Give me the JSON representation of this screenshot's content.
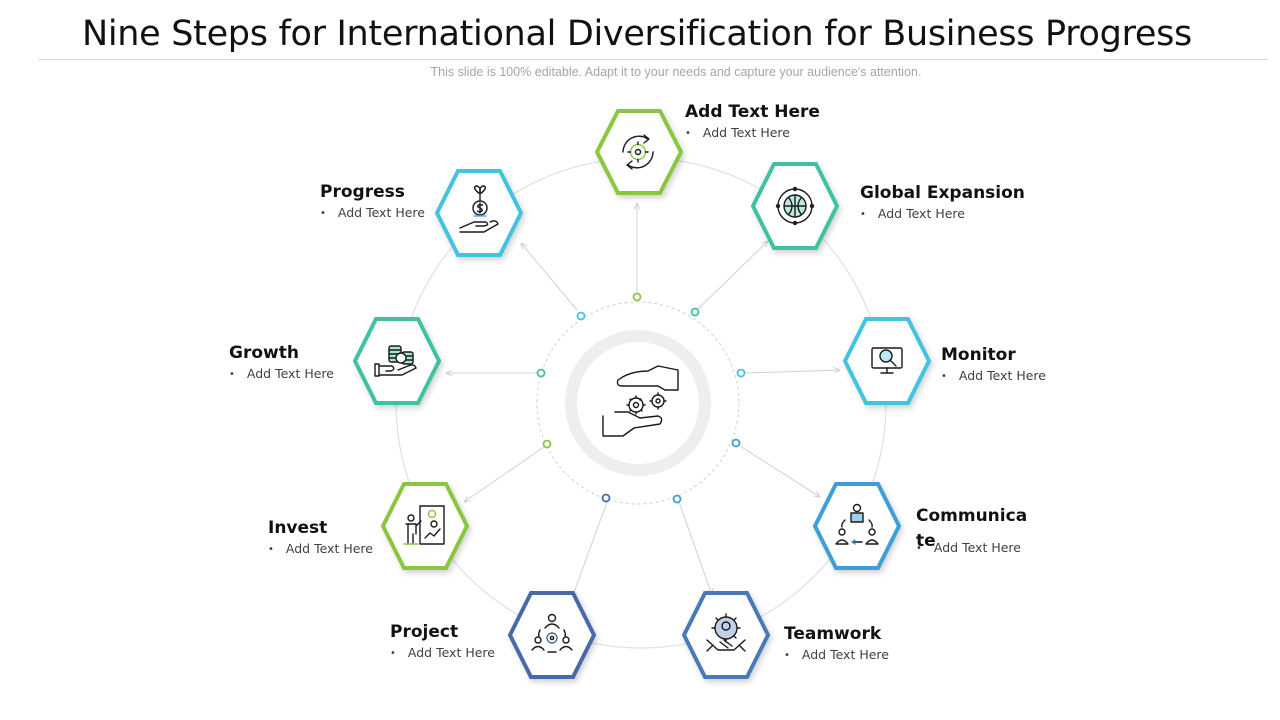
{
  "slide": {
    "title": "Nine Steps for International Diversification for Business Progress",
    "subtitle": "This slide is 100% editable. Adapt it to your needs and capture your audience's attention."
  },
  "colors": {
    "green": "#8ac640",
    "teal": "#3fc1a2",
    "cyan": "#42c3df",
    "blue": "#3e9fd6",
    "navy": "#4a6aa8",
    "ring": "#d9d9d9",
    "center_ring": "#ededed"
  },
  "center": {
    "icon": "hands-gears-icon"
  },
  "steps": [
    {
      "title": "Add Text Here",
      "bullet": "Add Text Here",
      "icon": "cycle-gear-icon"
    },
    {
      "title": "Global Expansion",
      "bullet": "Add Text Here",
      "icon": "globe-icon"
    },
    {
      "title": "Monitor",
      "bullet": "Add Text Here",
      "icon": "monitor-search-icon"
    },
    {
      "title": "Communicate",
      "bullet": "Add Text Here",
      "icon": "people-cycle-icon"
    },
    {
      "title": "Teamwork",
      "bullet": "Add Text Here",
      "icon": "handshake-gear-icon"
    },
    {
      "title": "Project",
      "bullet": "Add Text Here",
      "icon": "team-gear-icon"
    },
    {
      "title": "Invest",
      "bullet": "Add Text Here",
      "icon": "presentation-icon"
    },
    {
      "title": "Growth",
      "bullet": "Add Text Here",
      "icon": "coins-hand-icon"
    },
    {
      "title": "Progress",
      "bullet": "Add Text Here",
      "icon": "plant-money-hand-icon"
    }
  ]
}
